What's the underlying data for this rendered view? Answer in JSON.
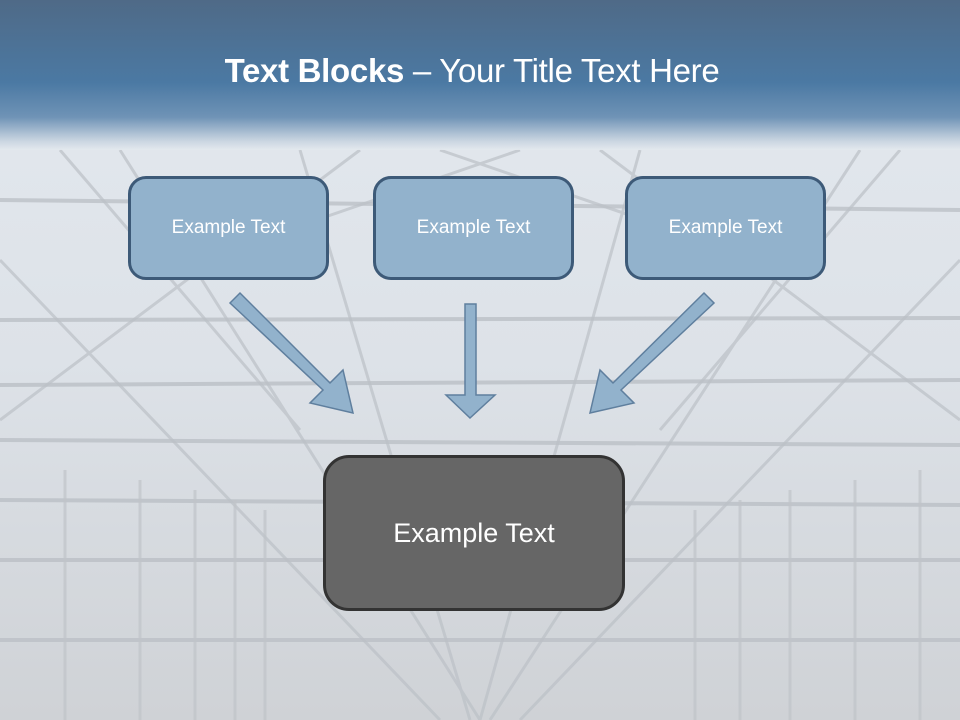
{
  "slide": {
    "title_bold": "Text Blocks",
    "title_sep": " – ",
    "title_rest": "Your Title Text Here"
  },
  "diagram": {
    "top_boxes": [
      {
        "label": "Example Text"
      },
      {
        "label": "Example Text"
      },
      {
        "label": "Example Text"
      }
    ],
    "target_box": {
      "label": "Example Text"
    },
    "arrows": [
      {
        "from": "top_boxes.0",
        "to": "target_box",
        "direction": "down-right"
      },
      {
        "from": "top_boxes.1",
        "to": "target_box",
        "direction": "down"
      },
      {
        "from": "top_boxes.2",
        "to": "target_box",
        "direction": "down-left"
      }
    ]
  },
  "colors": {
    "header": "#4b79a3",
    "box_fill": "#92b2cc",
    "box_border": "#3d5a78",
    "target_fill": "#666666",
    "target_border": "#333333",
    "arrow_fill": "#92b2cc",
    "arrow_stroke": "#5f7f9e"
  }
}
